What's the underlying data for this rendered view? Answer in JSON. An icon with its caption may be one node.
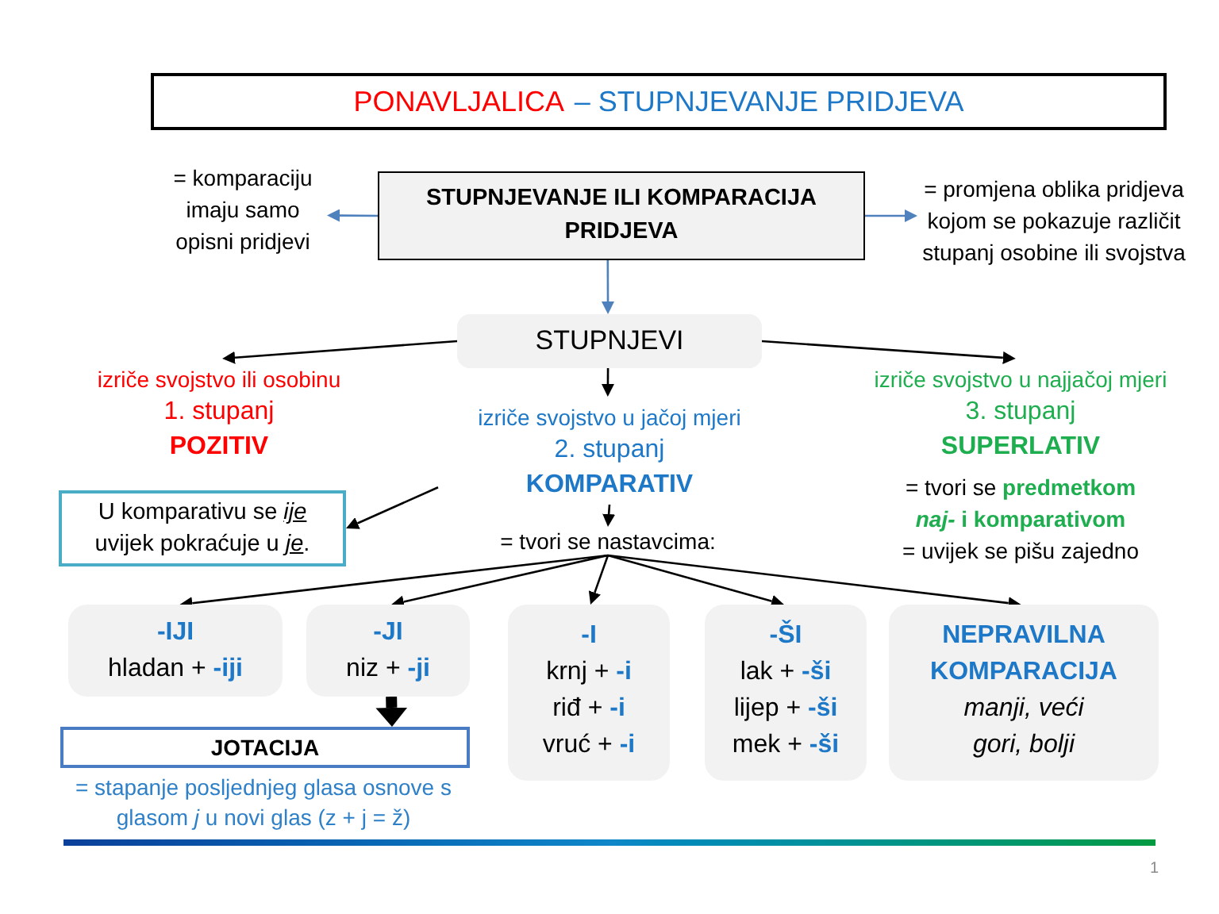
{
  "diagram": {
    "nodes": [
      {
        "text": [
          "PONAVLJALICA",
          "– STUPNJEVANJE PRIDJEVA"
        ]
      },
      {
        "text": [
          "= komparaciju imaju samo opisni pridjevi"
        ]
      },
      {
        "text": [
          "STUPNJEVANJE ILI KOMPARACIJA PRIDJEVA"
        ]
      },
      {
        "text": [
          "= promjena oblika pridjeva kojom se pokazuje različit stupanj osobine ili svojstva"
        ]
      },
      {
        "text": [
          "STUPNJEVI"
        ]
      },
      {
        "text": [
          "izriče svojstvo ili osobinu",
          "1. stupanj",
          "POZITIV"
        ]
      },
      {
        "text": [
          "izriče svojstvo u jačoj mjeri",
          "2. stupanj",
          "KOMPARATIV"
        ]
      },
      {
        "text": [
          "izriče svojstvo u najjačoj mjeri",
          "3. stupanj",
          "SUPERLATIV",
          "= tvori se **predmetkom** *naj-* **i komparativom**",
          "= uvijek se pišu zajedno"
        ]
      },
      {
        "text": [
          "U komparativu se *ije* uvijek pokraćuje u *je*."
        ]
      },
      {
        "text": [
          "= tvori se nastavcima:"
        ]
      },
      {
        "text": [
          "-IJI",
          "hladan + **-iji**"
        ]
      },
      {
        "text": [
          "-JI",
          "niz + **-ji**"
        ]
      },
      {
        "text": [
          "-I",
          "krnj + **-i**",
          "riđ + **-i**",
          "vruć + **-i**"
        ]
      },
      {
        "text": [
          "-ŠI",
          "lak + **-ši**",
          "lijep + **-ši**",
          "mek + **-ši**"
        ]
      },
      {
        "text": [
          "NEPRAVILNA KOMPARACIJA",
          "manji, veći",
          "gori, bolji"
        ]
      },
      {
        "text": [
          "JOTACIJA"
        ],
        "beside": [
          "= stapanje posljednjeg glasa osnove s glasom *j* u novi glas (z + j = ž)"
        ]
      }
    ],
    "edges": [
      {
        "from": 2,
        "to": 1,
        "arrow": "to",
        "color": "#4f81bd"
      },
      {
        "from": 2,
        "to": 3,
        "arrow": "to",
        "color": "#4f81bd"
      },
      {
        "from": 2,
        "to": 4,
        "arrow": "to",
        "color": "#4f81bd"
      },
      {
        "from": 4,
        "to": 5,
        "arrow": "to"
      },
      {
        "from": 4,
        "to": 6,
        "arrow": "to"
      },
      {
        "from": 4,
        "to": 7,
        "arrow": "to"
      },
      {
        "from": 6,
        "to": 8,
        "arrow": "to"
      },
      {
        "from": 6,
        "to": 9,
        "arrow": "to"
      },
      {
        "from": 9,
        "to": 10,
        "arrow": "to"
      },
      {
        "from": 9,
        "to": 11,
        "arrow": "to"
      },
      {
        "from": 9,
        "to": 12,
        "arrow": "to"
      },
      {
        "from": 9,
        "to": 13,
        "arrow": "to"
      },
      {
        "from": 9,
        "to": 14,
        "arrow": "to"
      },
      {
        "from": 11,
        "to": 15,
        "arrow": "to",
        "style": "thick"
      }
    ],
    "labels": [
      "1"
    ]
  }
}
